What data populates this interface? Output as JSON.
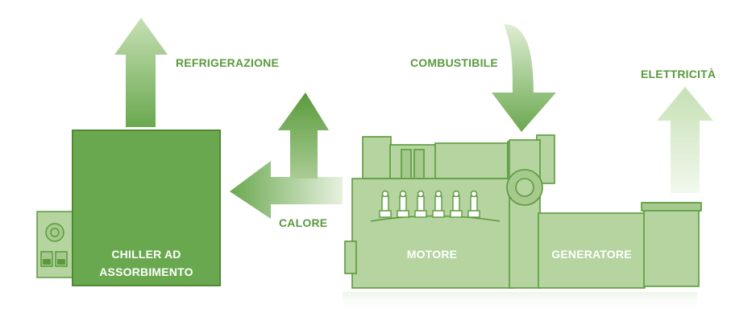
{
  "labels": {
    "refrigeration": "REFRIGERAZIONE",
    "fuel": "COMBUSTIBILE",
    "electricity": "ELETTRICITÀ",
    "heat": "CALORE",
    "chiller_line1": "CHILLER AD",
    "chiller_line2": "ASSORBIMENTO",
    "engine": "MOTORE",
    "generator": "GENERATORE"
  },
  "colors": {
    "label_green": "#5a9a3c",
    "chiller_fill": "#6aa84f",
    "engine_fill": "#b5d4a0",
    "engine_stroke": "#5a9a3c",
    "arrow_dark": "#5a9a3c",
    "arrow_light": "#c3ddb2"
  }
}
